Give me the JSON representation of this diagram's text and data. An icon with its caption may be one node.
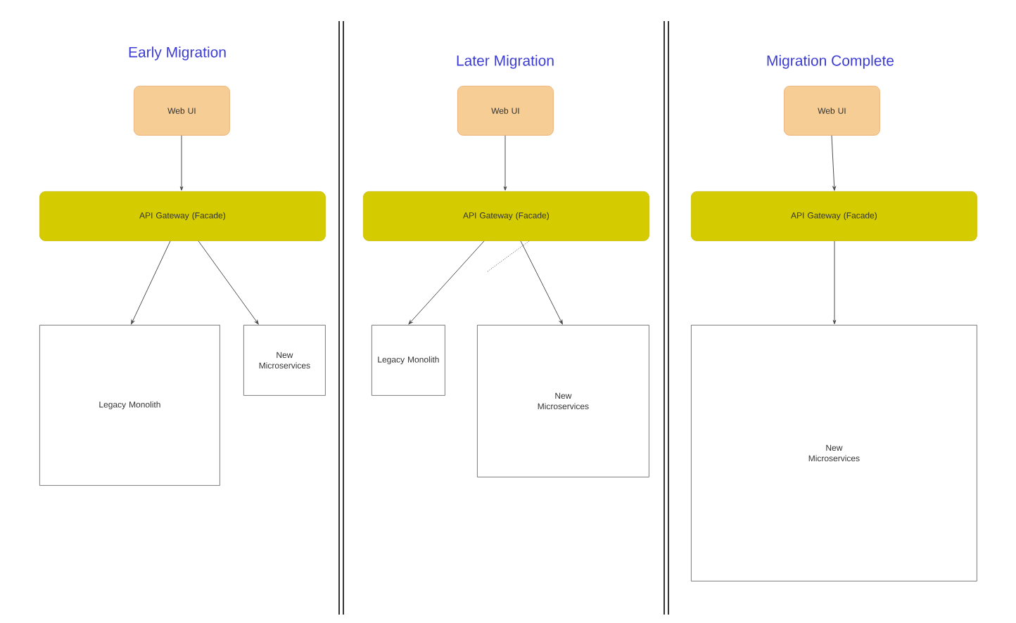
{
  "diagram": {
    "nodes": [
      {
        "text": [
          "Web UI"
        ]
      },
      {
        "text": [
          "API Gateway (Facade)"
        ]
      },
      {
        "text": [
          "Legacy Monolith"
        ]
      },
      {
        "text": [
          "New Microservices"
        ]
      },
      {
        "text": [
          "Web UI"
        ]
      },
      {
        "text": [
          "API Gateway (Facade)"
        ]
      },
      {
        "text": [
          "Legacy Monolith"
        ]
      },
      {
        "text": [
          "New Microservices"
        ]
      },
      {
        "text": [
          "Web UI"
        ]
      },
      {
        "text": [
          "API Gateway (Facade)"
        ]
      },
      {
        "text": [
          "New Microservices"
        ]
      }
    ],
    "edges": [
      {
        "from": 0,
        "to": 1,
        "arrow": "to"
      },
      {
        "from": 1,
        "to": 2,
        "arrow": "to"
      },
      {
        "from": 1,
        "to": 3,
        "arrow": "to"
      },
      {
        "from": 4,
        "to": 5,
        "arrow": "to"
      },
      {
        "from": 5,
        "to": 6,
        "arrow": "to"
      },
      {
        "from": 5,
        "to": 7,
        "arrow": "to"
      },
      {
        "from": 5,
        "to": null,
        "arrow": "none",
        "style": "dashed"
      },
      {
        "from": 8,
        "to": 9,
        "arrow": "to"
      },
      {
        "from": 9,
        "to": 10,
        "arrow": "to"
      }
    ],
    "labels": [
      "Early Migration",
      "Later Migration",
      "Migration Complete"
    ]
  }
}
